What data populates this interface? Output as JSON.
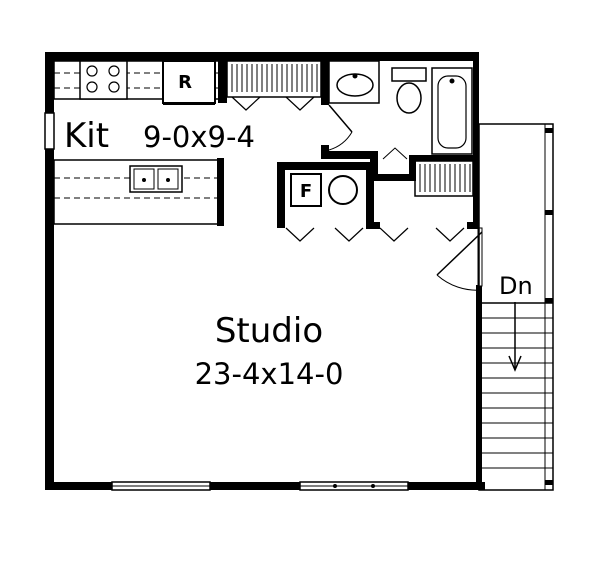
{
  "plan": {
    "kitchen": {
      "name": "Kit",
      "dimensions": "9-0x9-4"
    },
    "studio": {
      "name": "Studio",
      "dimensions": "23-4x14-0"
    },
    "refrigerator_label": "R",
    "furnace_label": "F",
    "stair_label": "Dn"
  }
}
